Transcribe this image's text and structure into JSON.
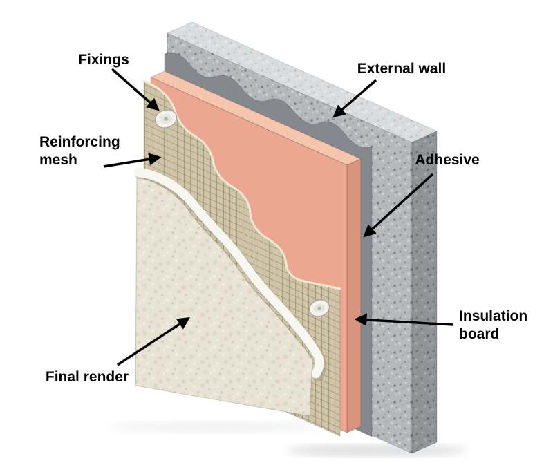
{
  "labels": {
    "fixings": "Fixings",
    "external_wall": "External wall",
    "reinforcing_mesh": {
      "line1": "Reinforcing",
      "line2": "mesh"
    },
    "adhesive": "Adhesive",
    "insulation_board": {
      "line1": "Insulation",
      "line2": "board"
    },
    "final_render": "Final render"
  },
  "layers_front_to_back": [
    "Final render",
    "Reinforcing mesh",
    "Fixings",
    "Insulation board",
    "Adhesive",
    "External wall"
  ],
  "colors": {
    "background": "#ffffff",
    "label_text": "#000000",
    "arrow": "#000000",
    "wall_base": "#b5b9bc",
    "adhesive": "#85898d",
    "insulation_front": "#eba78f",
    "insulation_top": "#f6c5ae",
    "insulation_side": "#d8937d",
    "mesh_base": "#cfc4a6",
    "mesh_line": "#6e665a",
    "render_base": "#e8e3d5",
    "render_edge": "#f7f6f1",
    "fixing": "#f3f2ee"
  }
}
